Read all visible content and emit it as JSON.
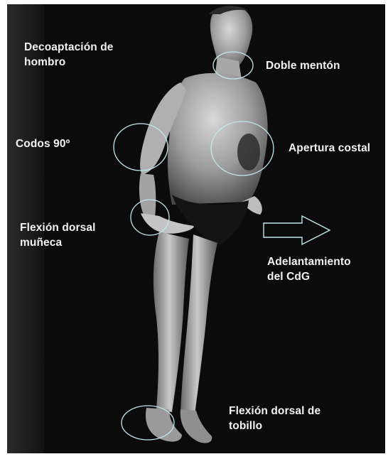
{
  "labels": {
    "shoulder": "Decoaptación de\nhombro",
    "chin": "Doble mentón",
    "elbows": "Codos 90º",
    "ribs": "Apertura costal",
    "wrist": "Flexión dorsal\nmuñeca",
    "cog": "Adelantamiento\ndel CdG",
    "ankle": "Flexión dorsal de\ntobillo"
  },
  "marker_color": "#bfe9ec",
  "background_color": "#0b0b0b"
}
